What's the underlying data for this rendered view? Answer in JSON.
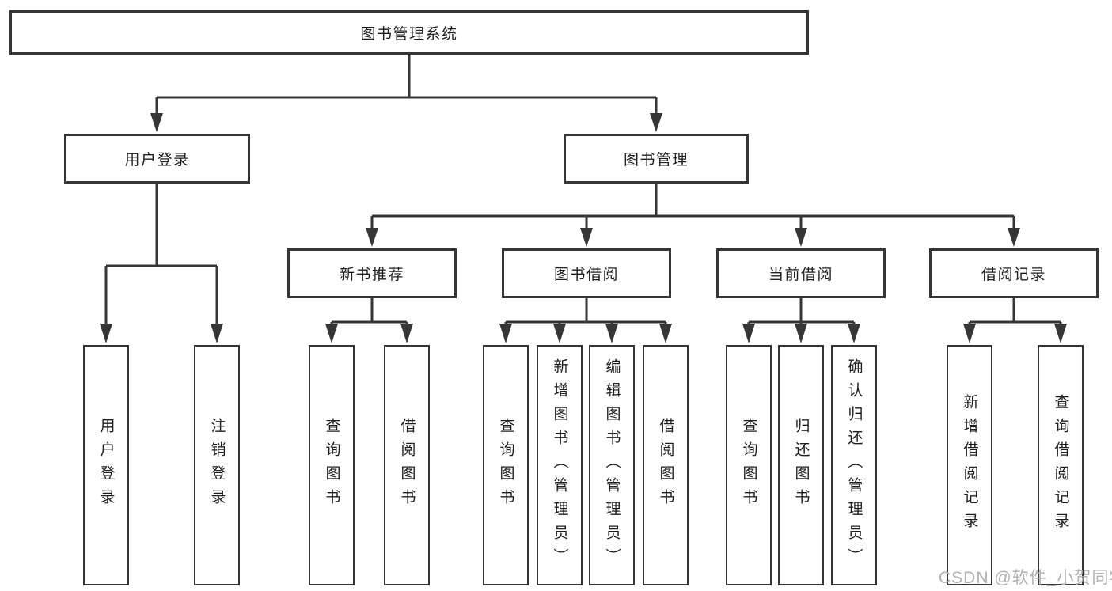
{
  "tree": {
    "root": {
      "label": "图书管理系统",
      "children": [
        {
          "label": "用户登录",
          "children": [
            {
              "label": "用户登录"
            },
            {
              "label": "注销登录"
            }
          ]
        },
        {
          "label": "图书管理",
          "children": [
            {
              "label": "新书推荐",
              "children": [
                {
                  "label": "查询图书"
                },
                {
                  "label": "借阅图书"
                }
              ]
            },
            {
              "label": "图书借阅",
              "children": [
                {
                  "label": "查询图书"
                },
                {
                  "label": "新增图书（管理员）"
                },
                {
                  "label": "编辑图书（管理员）"
                },
                {
                  "label": "借阅图书"
                }
              ]
            },
            {
              "label": "当前借阅",
              "children": [
                {
                  "label": "查询图书"
                },
                {
                  "label": "归还图书"
                },
                {
                  "label": "确认归还（管理员）"
                }
              ]
            },
            {
              "label": "借阅记录",
              "children": [
                {
                  "label": "新增借阅记录"
                },
                {
                  "label": "查询借阅记录"
                }
              ]
            }
          ]
        }
      ]
    }
  },
  "watermark": {
    "text": "CSDN @软件_小贺同学"
  },
  "colors": {
    "line": "#363636",
    "box-border": "#363636",
    "text": "#1e1e1e",
    "watermark": "#b1b1b1",
    "background": "#ffffff"
  }
}
